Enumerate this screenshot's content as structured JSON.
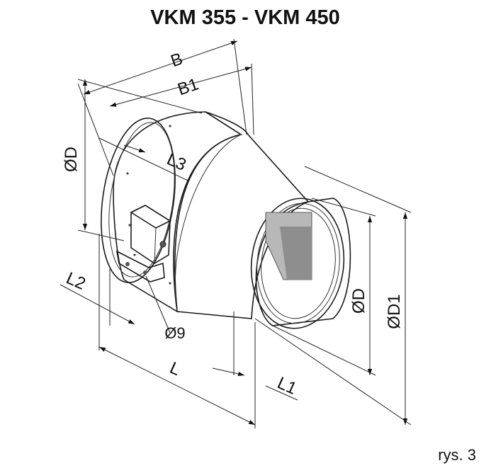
{
  "title": "VKM 355 - VKM 450",
  "caption": "rys. 3",
  "dimensions": {
    "B": "B",
    "B1": "B1",
    "L3": "L3",
    "D_left": "ØD",
    "L2": "L2",
    "hole": "Ø9",
    "L": "L",
    "L1": "L1",
    "D_right": "ØD",
    "D1": "ØD1"
  },
  "colors": {
    "line": "#1a1a1a",
    "shade_light": "#e6e6e6",
    "shade_mid": "#b9b9b9",
    "shade_dark": "#8e8e8e"
  }
}
